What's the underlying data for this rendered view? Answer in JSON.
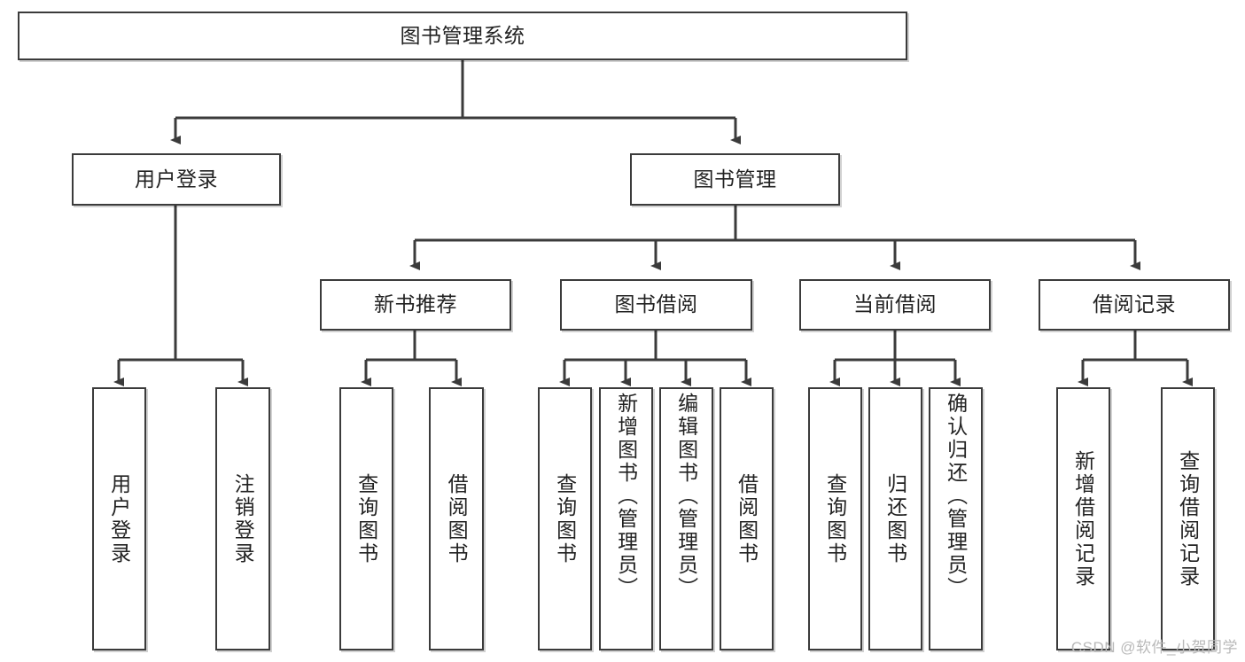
{
  "diagram": {
    "title": "图书管理系统",
    "type": "hierarchy-tree",
    "watermark": "CSDN @软件_小贺同学",
    "colors": {
      "stroke": "#3b3b3b",
      "fill": "#ffffff",
      "text": "#222222",
      "watermark": "#b9b9b9"
    },
    "root": {
      "label": "图书管理系统"
    },
    "level2": [
      {
        "label": "用户登录"
      },
      {
        "label": "图书管理"
      }
    ],
    "level3": [
      {
        "label": "新书推荐"
      },
      {
        "label": "图书借阅"
      },
      {
        "label": "当前借阅"
      },
      {
        "label": "借阅记录"
      }
    ],
    "leaves": {
      "user_login": [
        {
          "label": "用户登录"
        },
        {
          "label": "注销登录"
        }
      ],
      "new_book": [
        {
          "label": "查询图书"
        },
        {
          "label": "借阅图书"
        }
      ],
      "book_borrow": [
        {
          "label": "查询图书"
        },
        {
          "label": "新增图书（管理员）"
        },
        {
          "label": "编辑图书（管理员）"
        },
        {
          "label": "借阅图书"
        }
      ],
      "current_borrow": [
        {
          "label": "查询图书"
        },
        {
          "label": "归还图书"
        },
        {
          "label": "确认归还（管理员）"
        }
      ],
      "borrow_record": [
        {
          "label": "新增借阅记录"
        },
        {
          "label": "查询借阅记录"
        }
      ]
    }
  }
}
